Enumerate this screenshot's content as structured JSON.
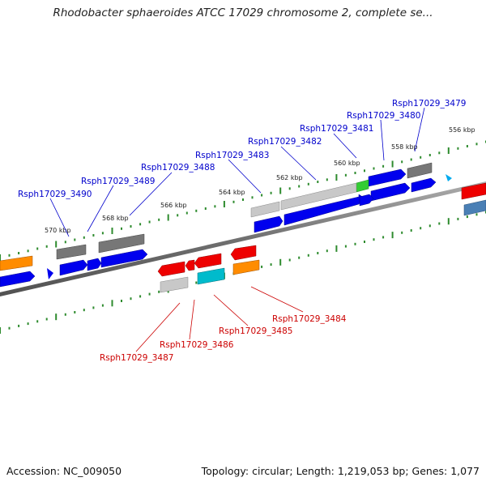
{
  "title": "Rhodobacter sphaeroides ATCC 17029 chromosome 2, complete se...",
  "footer": {
    "accession": "Accession: NC_009050",
    "topology": "Topology: circular; Length: 1,219,053 bp; Genes: 1,077"
  },
  "scale_labels": [
    "556 kbp",
    "558 kbp",
    "560 kbp",
    "562 kbp",
    "564 kbp",
    "566 kbp",
    "568 kbp",
    "570 kbp"
  ],
  "genes_top": [
    "Rsph17029_3479",
    "Rsph17029_3480",
    "Rsph17029_3481",
    "Rsph17029_3482",
    "Rsph17029_3483",
    "Rsph17029_3488",
    "Rsph17029_3489",
    "Rsph17029_3490"
  ],
  "genes_bottom": [
    "Rsph17029_3484",
    "Rsph17029_3485",
    "Rsph17029_3486",
    "Rsph17029_3487"
  ],
  "colors": {
    "blue": "#0000ee",
    "red": "#ee0000",
    "orange": "#ff8c00",
    "gray": "#808080",
    "light_gray": "#c8c8c8",
    "green": "#33cc33",
    "cyan": "#00bbcc",
    "steel_blue": "#4a7fb5",
    "tick_green": "#2e8b2e",
    "top_label_color": "#0000cc",
    "bottom_label_color": "#cc0000"
  }
}
